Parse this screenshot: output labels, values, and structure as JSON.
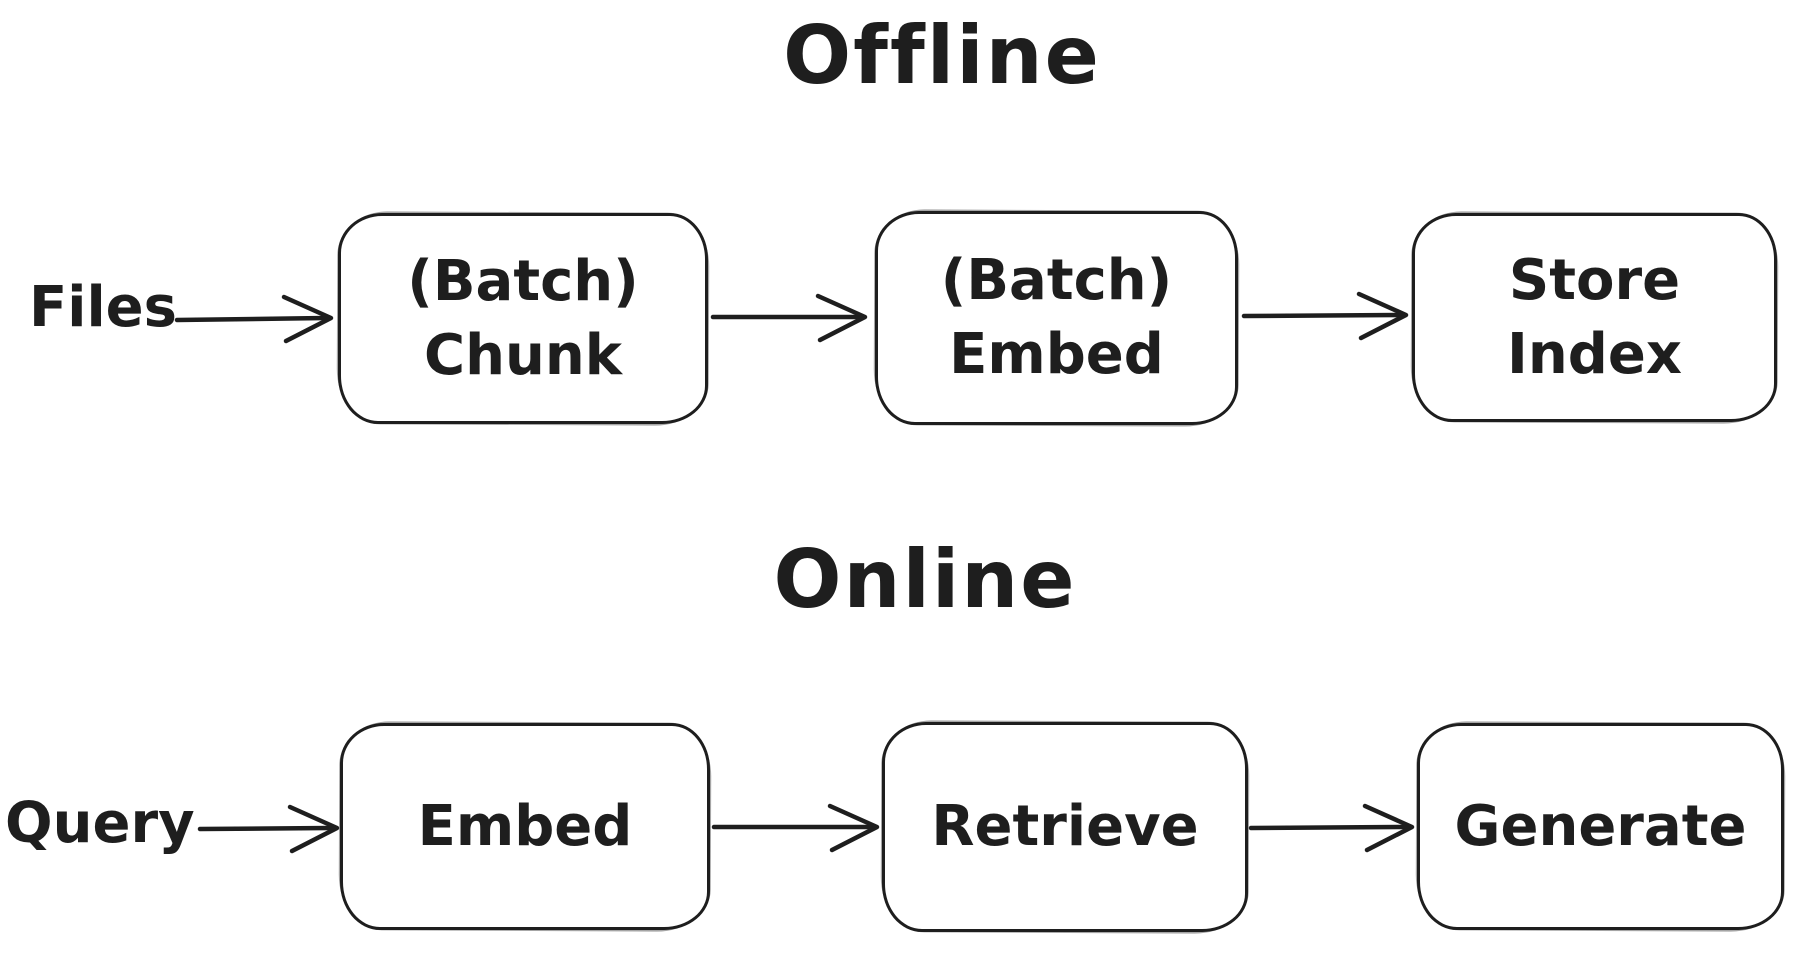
{
  "diagram": {
    "stroke_color": "#1e1e1e",
    "background_color": "#ffffff",
    "sections": {
      "offline": {
        "title": "Offline",
        "input_label": "Files",
        "nodes": [
          {
            "label": "(Batch)\nChunk"
          },
          {
            "label": "(Batch)\nEmbed"
          },
          {
            "label": "Store\nIndex"
          }
        ],
        "edges": [
          {
            "from": "Files",
            "to": "(Batch) Chunk"
          },
          {
            "from": "(Batch) Chunk",
            "to": "(Batch) Embed"
          },
          {
            "from": "(Batch) Embed",
            "to": "Store Index"
          }
        ]
      },
      "online": {
        "title": "Online",
        "input_label": "Query",
        "nodes": [
          {
            "label": "Embed"
          },
          {
            "label": "Retrieve"
          },
          {
            "label": "Generate"
          }
        ],
        "edges": [
          {
            "from": "Query",
            "to": "Embed"
          },
          {
            "from": "Embed",
            "to": "Retrieve"
          },
          {
            "from": "Retrieve",
            "to": "Generate"
          }
        ]
      }
    }
  }
}
